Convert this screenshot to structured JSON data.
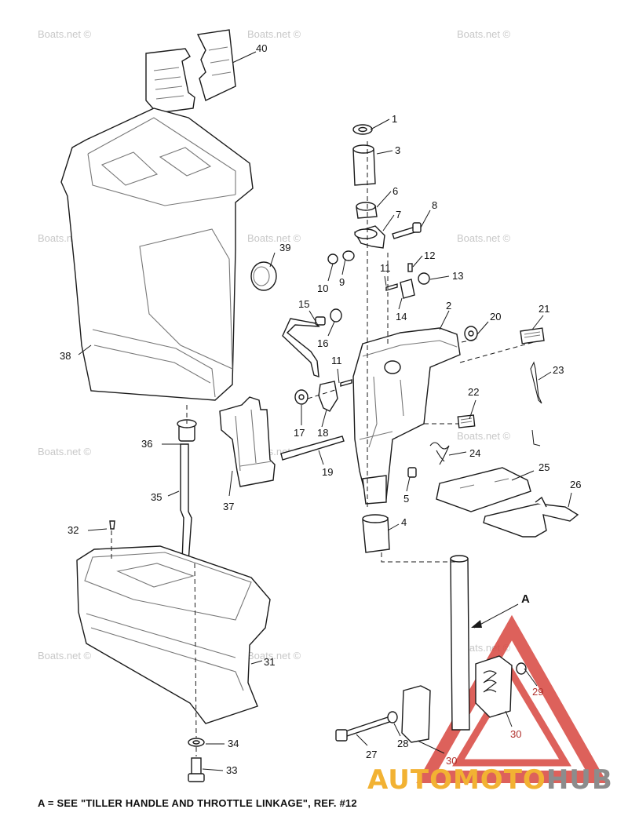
{
  "watermark_text": "Boats.net ©",
  "callouts": {
    "c1": "1",
    "c2": "2",
    "c3": "3",
    "c4": "4",
    "c5": "5",
    "c6": "6",
    "c7": "7",
    "c8": "8",
    "c9": "9",
    "c10": "10",
    "c11a": "11",
    "c11b": "11",
    "c12": "12",
    "c13": "13",
    "c14": "14",
    "c15": "15",
    "c16": "16",
    "c17": "17",
    "c18": "18",
    "c19": "19",
    "c20": "20",
    "c21": "21",
    "c22": "22",
    "c23": "23",
    "c24": "24",
    "c25": "25",
    "c26": "26",
    "c27": "27",
    "c28": "28",
    "c29": "29",
    "c30a": "30",
    "c30b": "30",
    "c31": "31",
    "c32": "32",
    "c33": "33",
    "c34": "34",
    "c35": "35",
    "c36": "36",
    "c37": "37",
    "c38": "38",
    "c39": "39",
    "c40": "40"
  },
  "ref_letter": "A",
  "caption": "A = SEE \"TILLER HANDLE AND THROTTLE LINKAGE\", REF. #12",
  "logo": {
    "part1": "AUTOMOTO",
    "part2": "HUB"
  },
  "colors": {
    "logo_accent": "#f2b233",
    "logo_gray": "#8c8c8c",
    "triangle_red": "#d8463f"
  }
}
